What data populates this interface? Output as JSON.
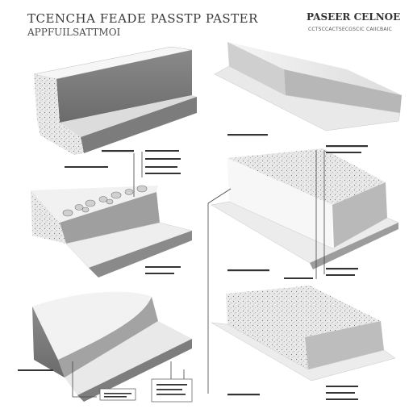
{
  "header": {
    "title": "TCENCHA FEADE PASSTP PASTER",
    "subtitle": "APPFUILSATTMOI",
    "title_right": "PASEER CELNOE",
    "subtitle_right": "CCTSCCACTSECGSCIC CAIICBAIC"
  },
  "colors": {
    "light_face": "#f1f1f1",
    "mid_face": "#9a9a9a",
    "dark_face": "#6e6e6e",
    "line": "#3a3a3a"
  }
}
